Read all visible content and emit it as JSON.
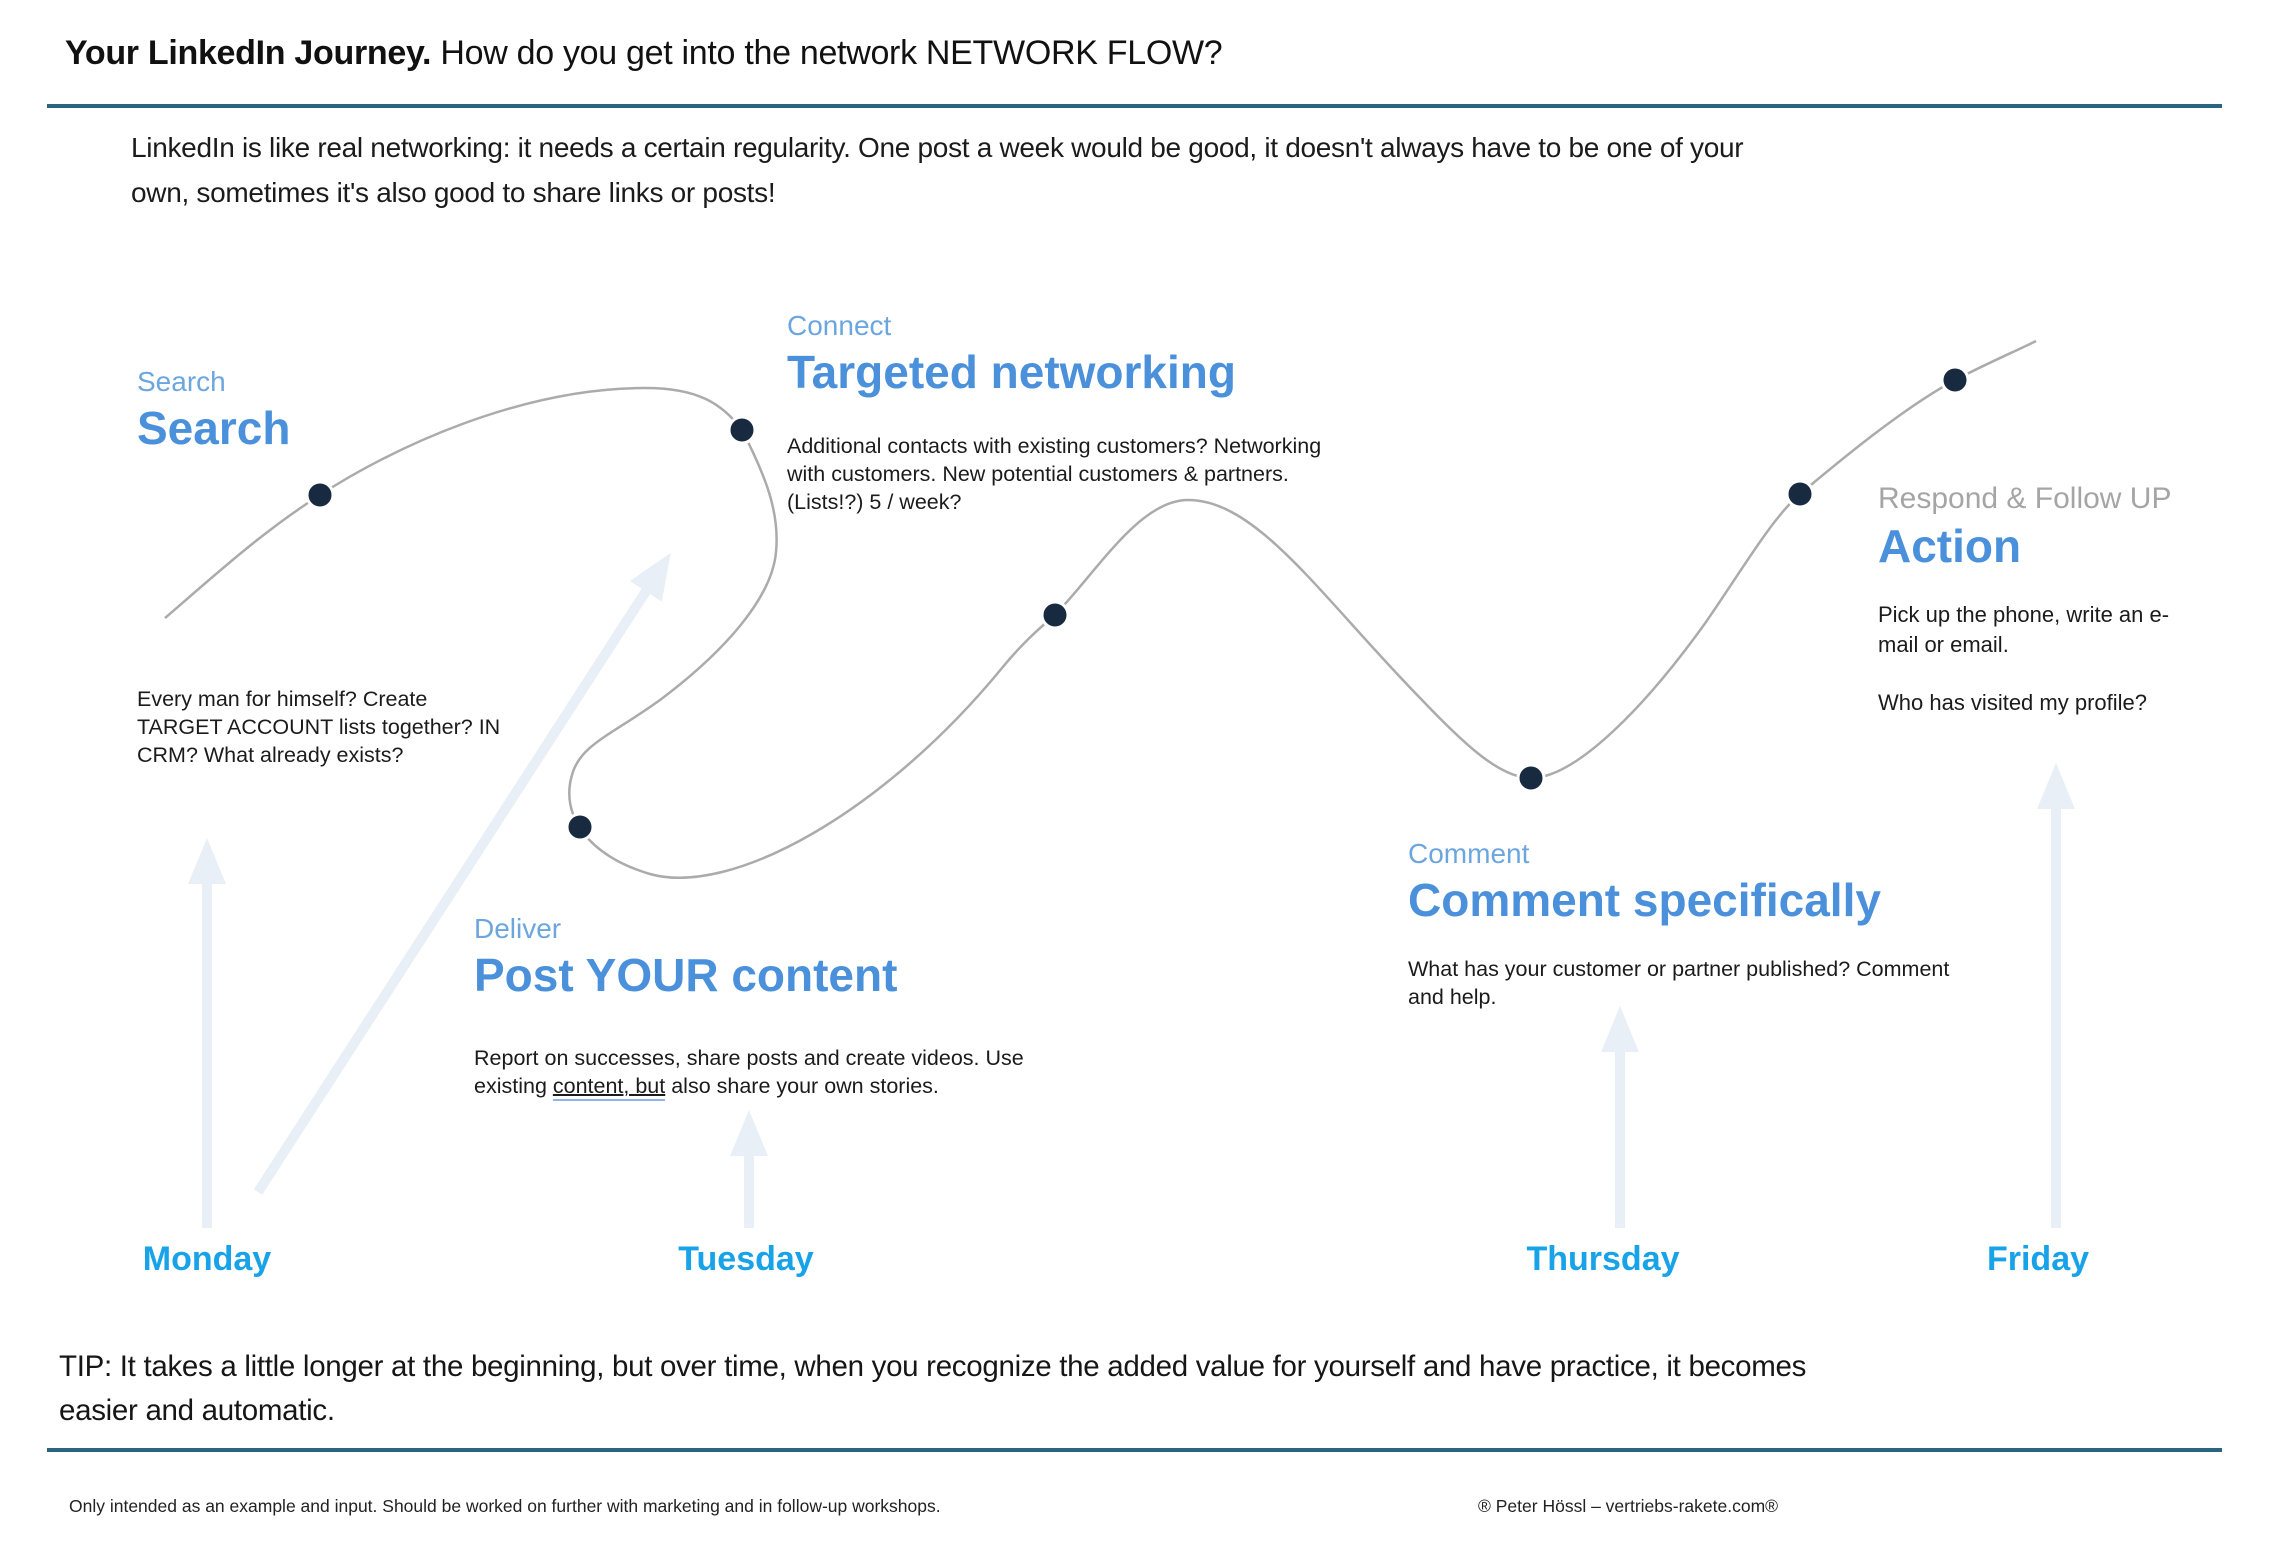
{
  "header": {
    "title_bold": "Your LinkedIn Journey.",
    "title_rest": " How do you get into the network NETWORK FLOW?"
  },
  "intro": {
    "line1": "LinkedIn is like real networking: it needs a certain regularity. One post a week would be good, it doesn't always have to be one of your",
    "line2": "own, sometimes it's also good to share links or posts!"
  },
  "stages": {
    "search": {
      "label": "Search",
      "heading": "Search",
      "desc_lines": [
        "Every man for himself? Create",
        "TARGET ACCOUNT lists together? IN",
        "CRM? What already exists?"
      ]
    },
    "connect": {
      "label": "Connect",
      "heading": "Targeted networking",
      "desc_lines": [
        "Additional contacts with existing customers? Networking",
        "with customers. New potential customers & partners.",
        "(Lists!?) 5 / week?"
      ]
    },
    "deliver": {
      "label": "Deliver",
      "heading": "Post YOUR content",
      "desc_line1": "Report on successes, share posts and create videos. Use",
      "desc2_pre": "existing ",
      "desc2_underlined": "content, but",
      "desc2_post": " also share your own stories."
    },
    "comment": {
      "label": "Comment",
      "heading": "Comment specifically",
      "desc_lines": [
        "What has your customer or partner published? Comment",
        "and help."
      ]
    },
    "respond": {
      "label": "Respond & Follow UP",
      "heading": "Action",
      "desc1_lines": [
        "Pick up the phone, write an e-",
        "mail or email."
      ],
      "desc2": "Who has visited my profile?"
    }
  },
  "days": [
    "Monday",
    "Tuesday",
    "Thursday",
    "Friday"
  ],
  "tip": {
    "line1": "TIP: It takes a little longer at the beginning, but over time, when you recognize the added value for yourself and have practice, it becomes",
    "line2": "easier and automatic."
  },
  "footer": {
    "left": "Only intended as an example and input. Should be worked on further with marketing and in follow-up workshops.",
    "right": "® Peter Hössl – vertriebs-rakete.com®"
  },
  "colors": {
    "accent_blue_heading": "#4a90db",
    "accent_blue_label": "#6ca6df",
    "day_cyan": "#18a3e8",
    "dot_navy": "#172a40",
    "curve_gray": "#ababab",
    "muted_gray_label": "#a5a5a5",
    "rule_teal": "#2a6580",
    "arrow_light": "#e9eff6"
  }
}
